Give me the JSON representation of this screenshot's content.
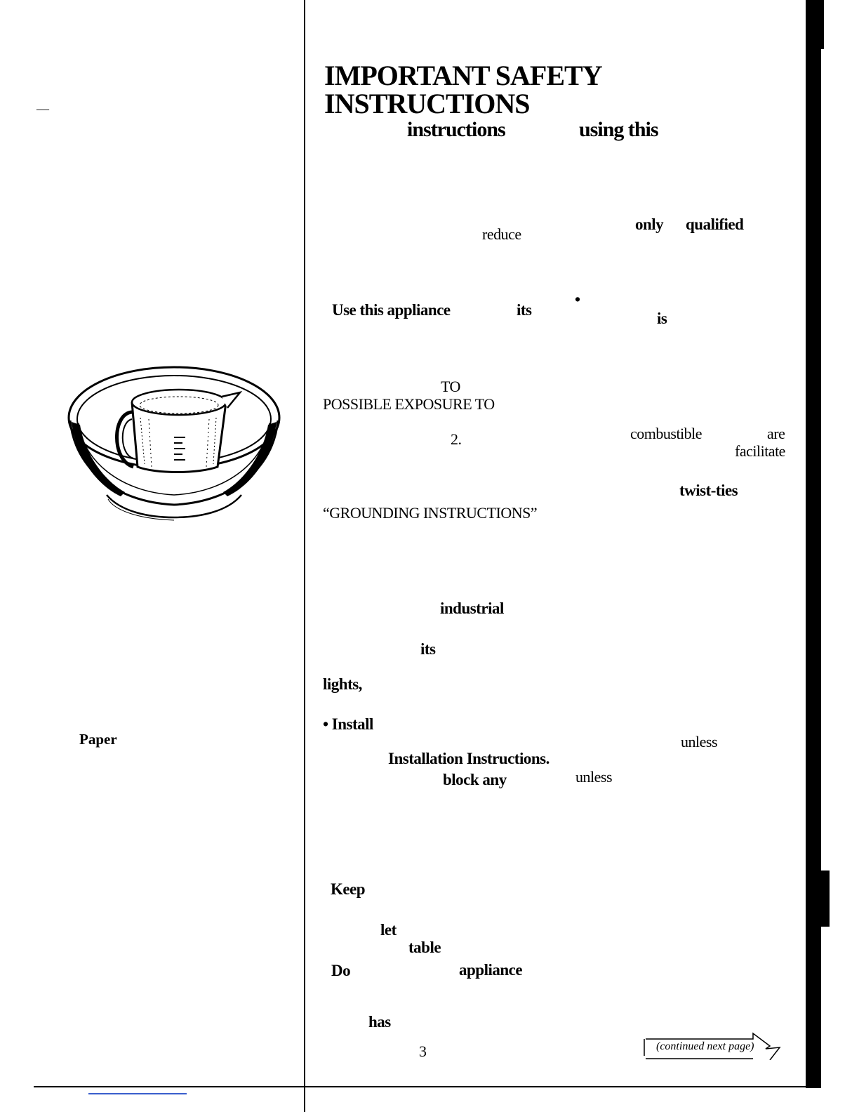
{
  "heading": {
    "line1": "IMPORTANT SAFETY",
    "line2": "INSTRUCTIONS"
  },
  "subheading": {
    "word1": "instructions",
    "word2": "using this"
  },
  "fragments": {
    "reduce": "reduce",
    "only": "only",
    "qualified": "qualified",
    "use_this_appliance": "Use this appliance",
    "its1": "its",
    "bullet": "•",
    "is": "is",
    "to1": "TO",
    "possible_exposure": "POSSIBLE EXPOSURE TO",
    "two": "2.",
    "combustible": "combustible",
    "are": "are",
    "facilitate": "facilitate",
    "twist_ties": "twist-ties",
    "grounding": "“GROUNDING INSTRUCTIONS”",
    "industrial": "industrial",
    "its2": "its",
    "lights": "lights,",
    "install": "• Install",
    "unless1": "unless",
    "installation_instructions": "Installation Instructions.",
    "block_any": "block any",
    "unless2": "unless",
    "keep": "Keep",
    "let": "let",
    "table": "table",
    "do": "Do",
    "appliance": "appliance",
    "has": "has",
    "page_number": "3"
  },
  "sidebar": {
    "paper_label": "Paper",
    "dash": "—"
  },
  "footer": {
    "continued": "(continued next page)"
  },
  "illustration": {
    "icon": "measuring-cup-in-bowl-icon"
  }
}
